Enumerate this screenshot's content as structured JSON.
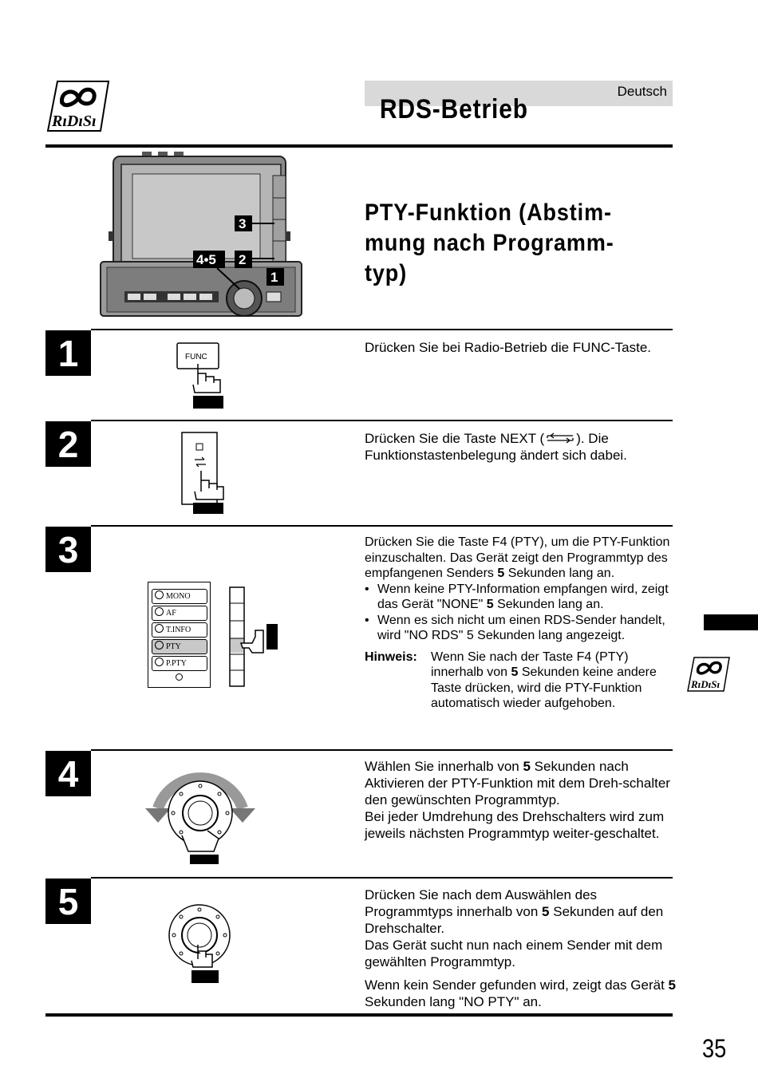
{
  "header": {
    "language": "Deutsch",
    "title": "RDS-Betrieb",
    "logo_icon": "rds-logo-icon"
  },
  "section_title": "PTY-Funktion (Abstim-mung nach Programm-typ)",
  "section_title_lines": [
    "PTY-Funktion (Abstim-",
    "mung nach Programm-",
    "typ)"
  ],
  "device_callouts": [
    "3",
    "4•5",
    "2",
    "1"
  ],
  "steps": [
    {
      "num": "1",
      "text": "Drücken Sie bei Radio-Betrieb die FUNC-Taste.",
      "button_label": "FUNC"
    },
    {
      "num": "2",
      "text_pre": "Drücken Sie die Taste NEXT (",
      "text_post": "). Die Funktionstastenbelegung ändert sich dabei."
    },
    {
      "num": "3",
      "para_a": "Drücken Sie die Taste F4 (PTY), um die PTY-Funktion einzuschalten. Das Gerät zeigt den Programmtyp des empfangenen Senders ",
      "para_b": "5",
      "para_c": " Sekunden lang an.",
      "bullet1_a": "Wenn keine PTY-Information empfangen wird, zeigt das Gerät \"NONE\" ",
      "bullet1_b": "5",
      "bullet1_c": " Sekunden lang an.",
      "bullet2": "Wenn es sich nicht um einen RDS-Sender handelt, wird \"NO RDS\" 5 Sekunden lang angezeigt.",
      "hint_label": "Hinweis:",
      "hint_a": "Wenn Sie nach der Taste F4 (PTY) innerhalb von ",
      "hint_b": "5",
      "hint_c": " Sekunden keine andere Taste drücken, wird die PTY-Funktion automatisch wieder aufgehoben.",
      "panel_buttons": [
        "MONO",
        "AF",
        "T.INFO",
        "PTY",
        "P.PTY"
      ]
    },
    {
      "num": "4",
      "a": "Wählen Sie innerhalb von ",
      "b": "5",
      "c": " Sekunden nach Aktivieren der PTY-Funktion mit dem Dreh-schalter den gewünschten Programmtyp.",
      "d": "Bei jeder Umdrehung des Drehschalters wird zum jeweils nächsten Programmtyp weiter-geschaltet."
    },
    {
      "num": "5",
      "a": "Drücken Sie nach dem Auswählen des Programmtyps innerhalb von ",
      "b": "5",
      "c": " Sekunden auf den Drehschalter.",
      "d": "Das Gerät sucht nun nach einem Sender mit dem gewählten Programmtyp.",
      "e": "Wenn kein Sender gefunden wird, zeigt das Gerät ",
      "f": "5",
      "g": " Sekunden lang \"NO PTY\" an."
    }
  ],
  "page_number": "35"
}
